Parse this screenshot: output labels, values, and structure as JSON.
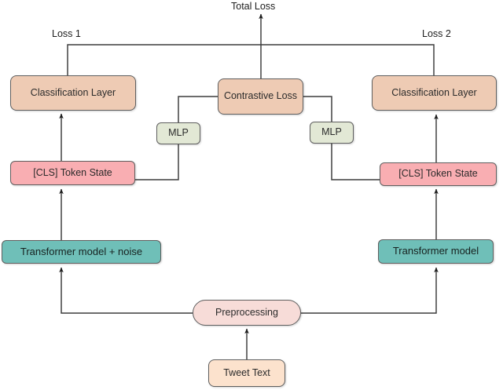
{
  "diagram": {
    "title_label": "Total Loss",
    "background": "#ffffff",
    "edge_color": "#3b3b3b",
    "nodes": {
      "total_loss": {
        "label": "Total Loss"
      },
      "loss1": {
        "label": "Loss 1"
      },
      "loss2": {
        "label": "Loss 2"
      },
      "classification_left": {
        "label": "Classification Layer",
        "color": "#eecbb4"
      },
      "classification_right": {
        "label": "Classification Layer",
        "color": "#eecbb4"
      },
      "contrastive_loss": {
        "label": "Contrastive Loss",
        "color": "#eecbb4"
      },
      "mlp_left": {
        "label": "MLP",
        "color": "#e2e8d5"
      },
      "mlp_right": {
        "label": "MLP",
        "color": "#e2e8d5"
      },
      "cls_left": {
        "label": "[CLS] Token State",
        "color": "#f9aeb2"
      },
      "cls_right": {
        "label": "[CLS] Token State",
        "color": "#f9aeb2"
      },
      "transformer_left": {
        "label": "Transformer model + noise",
        "color": "#6fbfb8"
      },
      "transformer_right": {
        "label": "Transformer model",
        "color": "#6fbfb8"
      },
      "preprocessing": {
        "label": "Preprocessing",
        "color": "#f7dcd8"
      },
      "tweet_text": {
        "label": "Tweet Text",
        "color": "#fce2cd"
      }
    },
    "edges": [
      {
        "from": "tweet_text",
        "to": "preprocessing",
        "arrow": true
      },
      {
        "from": "preprocessing",
        "to": "transformer_left",
        "arrow": true
      },
      {
        "from": "preprocessing",
        "to": "transformer_right",
        "arrow": true
      },
      {
        "from": "transformer_left",
        "to": "cls_left",
        "arrow": true
      },
      {
        "from": "transformer_right",
        "to": "cls_right",
        "arrow": true
      },
      {
        "from": "cls_left",
        "to": "classification_left",
        "arrow": true
      },
      {
        "from": "cls_right",
        "to": "classification_right",
        "arrow": true
      },
      {
        "from": "cls_left",
        "to": "mlp_left",
        "arrow": false
      },
      {
        "from": "cls_right",
        "to": "mlp_right",
        "arrow": false
      },
      {
        "from": "mlp_left",
        "to": "contrastive_loss",
        "arrow": false
      },
      {
        "from": "mlp_right",
        "to": "contrastive_loss",
        "arrow": false
      },
      {
        "from": "classification_left",
        "to": "total_loss",
        "label": "Loss 1",
        "arrow": false
      },
      {
        "from": "classification_right",
        "to": "total_loss",
        "label": "Loss 2",
        "arrow": false
      },
      {
        "from": "contrastive_loss",
        "to": "total_loss",
        "arrow": true
      }
    ]
  }
}
